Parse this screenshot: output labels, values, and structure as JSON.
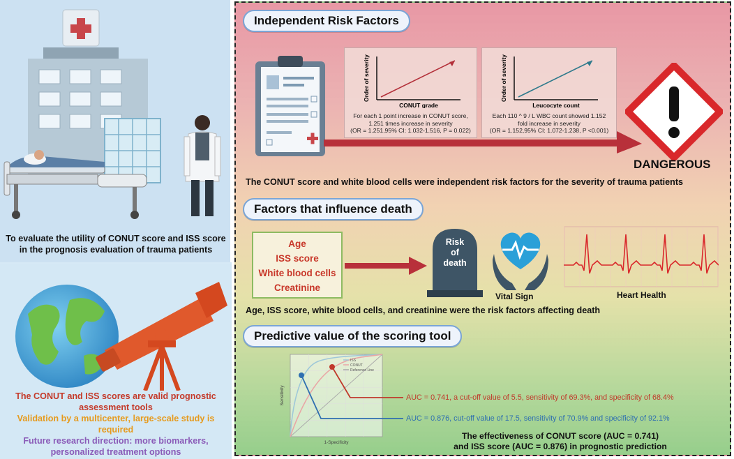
{
  "left": {
    "aim_line1": "To evaluate the utility of CONUT score and ISS score",
    "aim_line2": "in the prognosis evaluation of trauma patients",
    "conclusion1_line1": "The CONUT and ISS scores are valid prognostic",
    "conclusion1_line2": "assessment tools",
    "conclusion2_line1": "Validation by a multicenter, large-scale study is",
    "conclusion2_line2": "required",
    "conclusion3_line1": "Future research direction: more biomarkers,",
    "conclusion3_line2": "personalized treatment options"
  },
  "sections": {
    "risk_factors_title": "Independent Risk Factors",
    "death_title": "Factors that influence death",
    "predictive_title": "Predictive value of the scoring tool"
  },
  "risk_charts": {
    "conut": {
      "ylabel": "Order of severity",
      "xlabel": "CONUT grade",
      "caption1": "For each 1 point increase in CONUT score,",
      "caption2": "1.251 times increase in severity",
      "caption3": "(OR = 1.251,95% CI: 1.032-1.516, P = 0.022)"
    },
    "wbc": {
      "ylabel": "Order of severity",
      "xlabel": "Leucocyte count",
      "caption1": "Each 110 ^ 9 / L WBC count showed 1.152",
      "caption2": "fold increase in severity",
      "caption3": "(OR = 1.152,95% CI: 1.072-1.238, P <0.001)"
    }
  },
  "dangerous_label": "DANGEROUS",
  "risk_statement": "The CONUT score and white blood cells were independent risk factors for the severity of trauma patients",
  "death_factors": [
    "Age",
    "ISS score",
    "White blood cells",
    "Creatinine"
  ],
  "risk_of_death_line1": "Risk",
  "risk_of_death_line2": "of",
  "risk_of_death_line3": "death",
  "vital_sign_label": "Vital Sign",
  "heart_health_label": "Heart Health",
  "death_statement": "Age, ISS score, white blood cells, and creatinine were the risk factors affecting death",
  "roc": {
    "legend": [
      "ISS",
      "CONUT",
      "Reference Line"
    ],
    "xlabel": "1-Specificity",
    "ylabel": "Sensitivity"
  },
  "auc_conut": "AUC = 0.741, a cut-off value of 5.5, sensitivity of 69.3%, and specificity of 68.4%",
  "auc_iss": "AUC = 0.876, cut-off value of 17.5, sensitivity of 70.9% and specificity of 92.1%",
  "effectiveness_line1": "The effectiveness of CONUT score (AUC = 0.741)",
  "effectiveness_line2": "and ISS score (AUC = 0.876) in prognostic prediction",
  "colors": {
    "conut_red": "#c0392b",
    "iss_blue": "#2f6fb0",
    "arrow_red": "#b8303a",
    "heart_blue": "#2aa0d8"
  }
}
